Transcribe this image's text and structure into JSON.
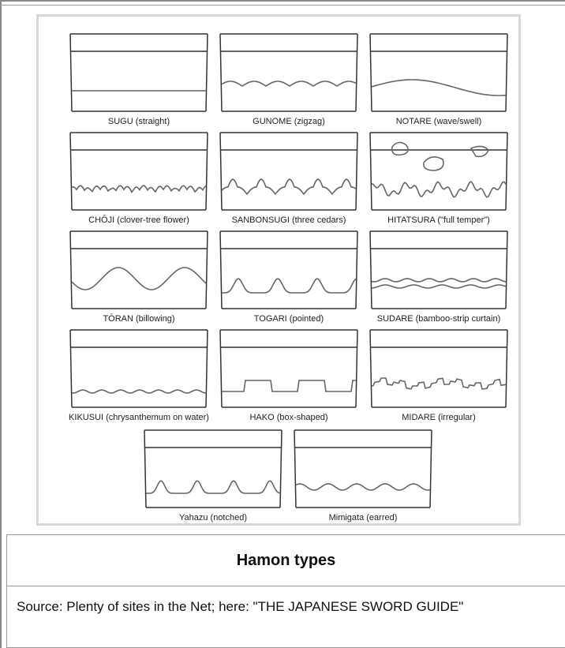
{
  "diagram": {
    "hamon": [
      {
        "label": "SUGU (straight)"
      },
      {
        "label": "GUNOME (zigzag)"
      },
      {
        "label": "NOTARE (wave/swell)"
      },
      {
        "label": "CHŌJI (clover-tree flower)"
      },
      {
        "label": "SANBONSUGI (three cedars)"
      },
      {
        "label": "HITATSURA (\"full temper\")"
      },
      {
        "label": "TŌRAN (billowing)"
      },
      {
        "label": "TOGARI (pointed)"
      },
      {
        "label": "SUDARE (bamboo-strip curtain)"
      },
      {
        "label": "KIKUSUI (chrysanthemum on water)"
      },
      {
        "label": "HAKO (box-shaped)"
      },
      {
        "label": "MIDARE (irregular)"
      },
      {
        "label": "Yahazu (notched)"
      },
      {
        "label": "Mimigata (earred)"
      }
    ]
  },
  "caption": {
    "title": "Hamon types",
    "source": "Source: Plenty of sites in the Net; here: \"THE JAPANESE SWORD GUIDE\""
  }
}
